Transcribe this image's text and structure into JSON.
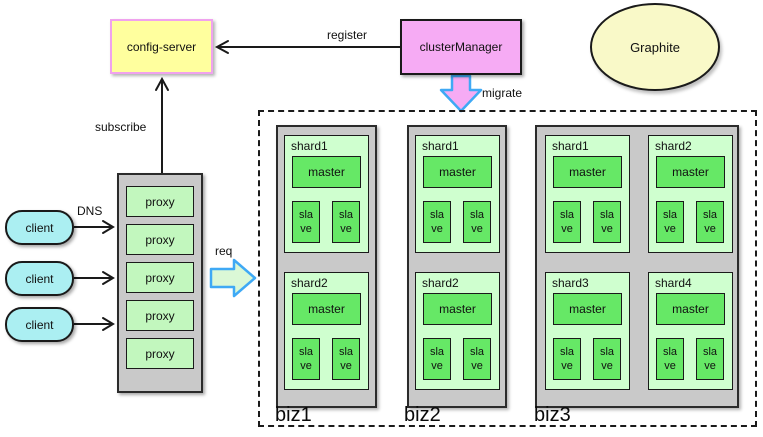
{
  "nodes": {
    "config_server": "config-server",
    "cluster_manager": "clusterManager",
    "graphite": "Graphite"
  },
  "edge_labels": {
    "register": "register",
    "subscribe": "subscribe",
    "migrate": "migrate",
    "dns": "DNS",
    "req": "req"
  },
  "clients": [
    {
      "label": "client"
    },
    {
      "label": "client"
    },
    {
      "label": "client"
    }
  ],
  "proxies": [
    {
      "label": "proxy"
    },
    {
      "label": "proxy"
    },
    {
      "label": "proxy"
    },
    {
      "label": "proxy"
    },
    {
      "label": "proxy"
    }
  ],
  "clusters": [
    {
      "name": "biz1",
      "shards": [
        {
          "name": "shard1",
          "master": "master",
          "slaves": [
            "sla\nve",
            "sla\nve"
          ]
        },
        {
          "name": "shard2",
          "master": "master",
          "slaves": [
            "sla\nve",
            "sla\nve"
          ]
        }
      ]
    },
    {
      "name": "biz2",
      "shards": [
        {
          "name": "shard1",
          "master": "master",
          "slaves": [
            "sla\nve",
            "sla\nve"
          ]
        },
        {
          "name": "shard2",
          "master": "master",
          "slaves": [
            "sla\nve",
            "sla\nve"
          ]
        }
      ]
    },
    {
      "name": "biz3",
      "shards": [
        {
          "name": "shard1",
          "master": "master",
          "slaves": [
            "sla\nve",
            "sla\nve"
          ]
        },
        {
          "name": "shard2",
          "master": "master",
          "slaves": [
            "sla\nve",
            "sla\nve"
          ]
        },
        {
          "name": "shard3",
          "master": "master",
          "slaves": [
            "sla\nve",
            "sla\nve"
          ]
        },
        {
          "name": "shard4",
          "master": "master",
          "slaves": [
            "sla\nve",
            "sla\nve"
          ]
        }
      ]
    }
  ],
  "colors": {
    "config_server_fill": "#FFFF9E",
    "config_server_border": "#F0A2EE",
    "cluster_manager_fill": "#F6ABF4",
    "graphite_fill": "#F9F9C8",
    "client_fill": "#ABEFF2",
    "container_gray": "#C9C9C9",
    "proxy_fill": "#C2F7BE",
    "shard_panel_fill": "#CFFFCF",
    "master_slave_fill": "#66E866",
    "migrate_arrow_fill": "#F6ABF4",
    "req_arrow_fill": "#DBF8D6",
    "block_arrow_border": "#3FA9F5"
  }
}
